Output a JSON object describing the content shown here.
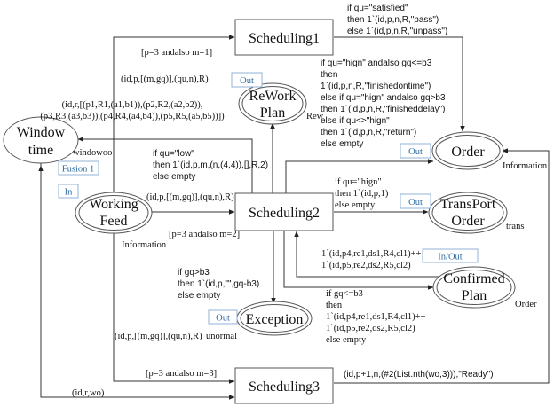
{
  "places": {
    "window_time": {
      "lines": [
        "Window",
        "time"
      ],
      "double": false
    },
    "rework_plan": {
      "lines": [
        "ReWork",
        "Plan"
      ],
      "double": true
    },
    "order": {
      "lines": [
        "Order"
      ],
      "double": true
    },
    "working_feed": {
      "lines": [
        "Working",
        "Feed"
      ],
      "double": true
    },
    "transport_order": {
      "lines": [
        "TransPort",
        "Order"
      ],
      "double": true
    },
    "confirmed_plan": {
      "lines": [
        "Confirmed",
        "Plan"
      ],
      "double": true
    },
    "exception": {
      "lines": [
        "Exception"
      ],
      "double": true
    }
  },
  "transitions": {
    "scheduling1": "Scheduling1",
    "scheduling2": "Scheduling2",
    "scheduling3": "Scheduling3"
  },
  "port_tags": {
    "rework_out": "Out",
    "order_out": "Out",
    "fusion": "Fusion 1",
    "working_in": "In",
    "transport_out": "Out",
    "confirmed_inout": "In/Out",
    "exception_out": "Out"
  },
  "place_type_labels": {
    "window_time": "windowoo",
    "rework_plan": "Rew",
    "order": "Information",
    "working_feed": "Information",
    "transport_order": "trans",
    "confirmed_plan": "Order",
    "exception": "unormal"
  },
  "guards": {
    "scheduling1": "[p=3 andalso m=1]",
    "scheduling2": "[p=3 andalso m=2]",
    "scheduling3": "[p=3 andalso m=3]"
  },
  "inscriptions": {
    "to_order_from_s1": [
      "if qu=\"satisfied\"",
      "then 1`(id,p,n,R,\"pass\")",
      "else 1`(id,p,n,R,\"unpass\")"
    ],
    "s1_input": [
      "(id,p,[(m,gq)],(qu,n),R)"
    ],
    "window_time_tuple": [
      "(id,r,[(p1,R1,(a1,b1)),(p2,R2,(a2,b2)),",
      "(p3,R3,(a3,b3)),(p4,R4,(a4,b4)),(p5,R5,(a5,b5))])"
    ],
    "to_order_from_s2": [
      "if qu=\"hign\" andalso gq<=b3",
      "then",
      "1`(id,p,n,R,\"finishedontime\")",
      "else if qu=\"hign\" andalso gq>b3",
      "then 1`(id,p,n,R,\"finisheddelay\")",
      "else if qu<>\"hign\"",
      "then 1`(id,p,n,R,\"return\")",
      "else empty"
    ],
    "to_window_low": [
      "if  qu=\"low\"",
      "then 1`(id,p,m,(n,(4,4)),[],R,2)",
      "else empty"
    ],
    "s2_input": [
      "(id,p,[(m,gq)],(qu,n),R)"
    ],
    "to_transport": [
      "if qu=\"hign\"",
      "then 1`(id,p,1)",
      "else empty"
    ],
    "confirmed_to_s2": [
      "1`(id,p4,re1,ds1,R4,cl1)++",
      "1`(id,p5,re2,ds2,R5,cl2)"
    ],
    "to_exception": [
      "if gq>b3",
      "then 1`(id,p,\"\",gq-b3)",
      "else empty"
    ],
    "s2_to_confirmed": [
      "if gq<=b3",
      "then",
      "1`(id,p4,re1,ds1,R4,cl1)++",
      "1`(id,p5,re2,ds2,R5,cl2)",
      "else empty"
    ],
    "s3_input": [
      "(id,p,[(m,gq)],(qu,n),R)"
    ],
    "s3_window_input": [
      "(id,r,wo)"
    ],
    "s3_to_order": [
      "(id,p+1,n,(#2(List.nth(wo,3))),\"Ready\")"
    ]
  }
}
